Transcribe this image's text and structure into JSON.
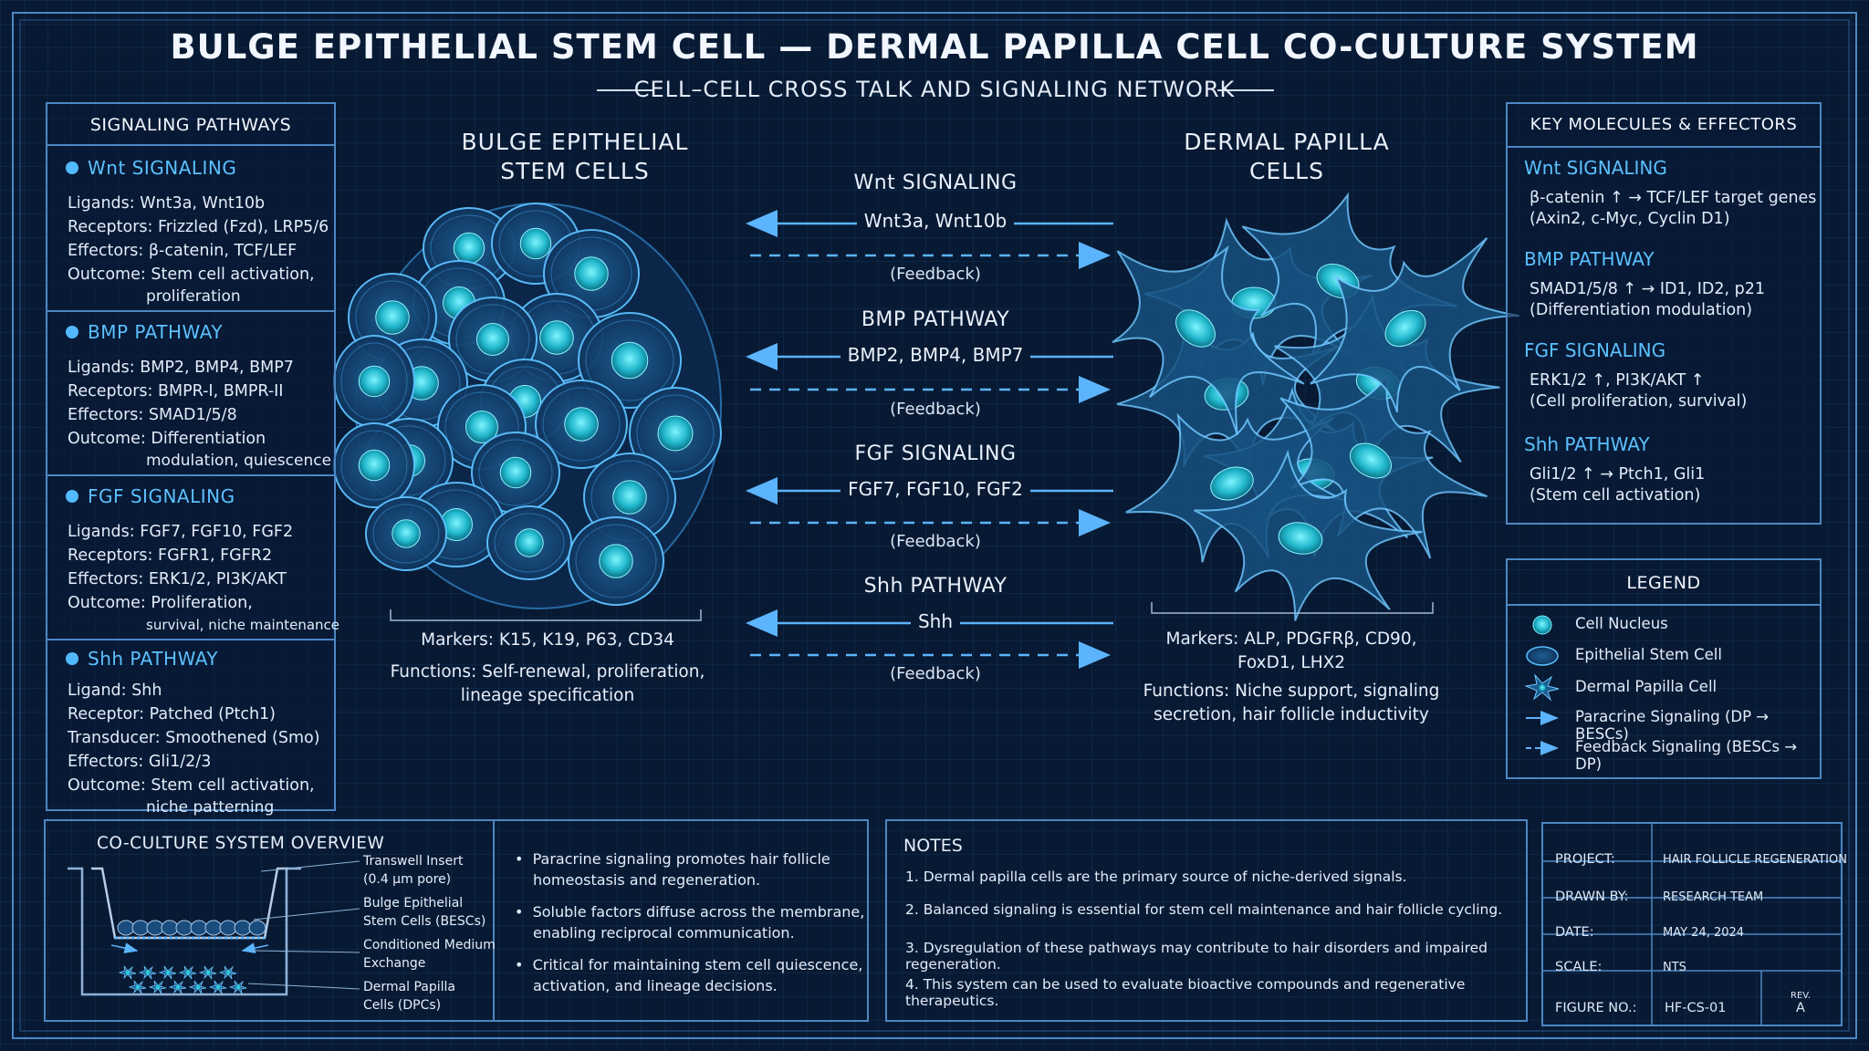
{
  "title": "BULGE EPITHELIAL STEM CELL — DERMAL PAPILLA CELL CO-CULTURE SYSTEM",
  "subtitle": "CELL–CELL CROSS TALK AND SIGNALING NETWORK",
  "left_panel": {
    "heading": "SIGNALING PATHWAYS",
    "sections": [
      {
        "name": "Wnt SIGNALING",
        "rows": [
          {
            "label": "Ligands:",
            "value": "Wnt3a, Wnt10b"
          },
          {
            "label": "Receptors:",
            "value": "Frizzled (Fzd), LRP5/6"
          },
          {
            "label": "Effectors:",
            "value": "β-catenin, TCF/LEF"
          },
          {
            "label": "Outcome:",
            "value": "Stem cell activation,"
          }
        ],
        "cont": "proliferation"
      },
      {
        "name": "BMP PATHWAY",
        "rows": [
          {
            "label": "Ligands:",
            "value": "BMP2, BMP4, BMP7"
          },
          {
            "label": "Receptors:",
            "value": "BMPR-I, BMPR-II"
          },
          {
            "label": "Effectors:",
            "value": "SMAD1/5/8"
          },
          {
            "label": "Outcome:",
            "value": "Differentiation"
          }
        ],
        "cont": "modulation, quiescence"
      },
      {
        "name": "FGF SIGNALING",
        "rows": [
          {
            "label": "Ligands:",
            "value": "FGF7, FGF10, FGF2"
          },
          {
            "label": "Receptors:",
            "value": "FGFR1, FGFR2"
          },
          {
            "label": "Effectors:",
            "value": "ERK1/2, PI3K/AKT"
          },
          {
            "label": "Outcome:",
            "value": "Proliferation,"
          }
        ],
        "cont": "survival, niche maintenance"
      },
      {
        "name": "Shh PATHWAY",
        "rows": [
          {
            "label": "Ligand:",
            "value": "Shh"
          },
          {
            "label": "Receptor:",
            "value": "Patched (Ptch1)"
          },
          {
            "label": "Transducer:",
            "value": "Smoothened (Smo)"
          },
          {
            "label": "Effectors:",
            "value": "Gli1/2/3"
          },
          {
            "label": "Outcome:",
            "value": "Stem cell activation,"
          }
        ],
        "cont": "niche patterning"
      }
    ]
  },
  "bulge": {
    "heading1": "BULGE EPITHELIAL",
    "heading2": "STEM CELLS",
    "markers_label": "Markers:",
    "markers": "K15, K19, P63, CD34",
    "functions_label": "Functions:",
    "functions1": "Self-renewal, proliferation,",
    "functions2": "lineage specification"
  },
  "dermal": {
    "heading1": "DERMAL PAPILLA",
    "heading2": "CELLS",
    "markers_label": "Markers:",
    "markers1": "ALP, PDGFRβ, CD90,",
    "markers2": "FoxD1, LHX2",
    "functions_label": "Functions:",
    "functions1": "Niche support, signaling",
    "functions2": "secretion, hair follicle inductivity"
  },
  "signals": [
    {
      "name": "Wnt SIGNALING",
      "ligands": "Wnt3a, Wnt10b",
      "feedback": "(Feedback)"
    },
    {
      "name": "BMP PATHWAY",
      "ligands": "BMP2, BMP4, BMP7",
      "feedback": "(Feedback)"
    },
    {
      "name": "FGF SIGNALING",
      "ligands": "FGF7, FGF10, FGF2",
      "feedback": "(Feedback)"
    },
    {
      "name": "Shh PATHWAY",
      "ligands": "Shh",
      "feedback": "(Feedback)"
    }
  ],
  "key_molecules": {
    "heading": "KEY MOLECULES & EFFECTORS",
    "items": [
      {
        "name": "Wnt SIGNALING",
        "line1": "β-catenin ↑ → TCF/LEF target genes",
        "line2": "(Axin2, c-Myc, Cyclin D1)"
      },
      {
        "name": "BMP PATHWAY",
        "line1": "SMAD1/5/8 ↑ → ID1, ID2, p21",
        "line2": "(Differentiation modulation)"
      },
      {
        "name": "FGF SIGNALING",
        "line1": "ERK1/2 ↑, PI3K/AKT ↑",
        "line2": "(Cell proliferation, survival)"
      },
      {
        "name": "Shh PATHWAY",
        "line1": "Gli1/2 ↑ → Ptch1, Gli1",
        "line2": "(Stem cell activation)"
      }
    ]
  },
  "legend": {
    "heading": "LEGEND",
    "items": [
      {
        "icon": "cell-nucleus-icon",
        "label": "Cell Nucleus"
      },
      {
        "icon": "epithelial-cell-icon",
        "label": "Epithelial Stem Cell"
      },
      {
        "icon": "dermal-papilla-cell-icon",
        "label": "Dermal Papilla Cell"
      },
      {
        "icon": "solid-arrow-icon",
        "label": "Paracrine Signaling (DP → BESCs)"
      },
      {
        "icon": "dashed-arrow-icon",
        "label": "Feedback Signaling (BESCs → DP)"
      }
    ]
  },
  "overview": {
    "heading": "CO-CULTURE SYSTEM OVERVIEW",
    "labels": [
      {
        "l1": "Transwell Insert",
        "l2": "(0.4 µm pore)"
      },
      {
        "l1": "Bulge Epithelial",
        "l2": "Stem Cells (BESCs)"
      },
      {
        "l1": "Conditioned Medium",
        "l2": "Exchange"
      },
      {
        "l1": "Dermal Papilla",
        "l2": "Cells (DPCs)"
      }
    ],
    "bullets": [
      {
        "l1": "Paracrine signaling promotes hair follicle",
        "l2": "homeostasis and regeneration."
      },
      {
        "l1": "Soluble factors diffuse across the membrane,",
        "l2": "enabling reciprocal communication."
      },
      {
        "l1": "Critical for maintaining stem cell quiescence,",
        "l2": "activation, and lineage decisions."
      }
    ]
  },
  "notes": {
    "heading": "NOTES",
    "items": [
      "1.  Dermal papilla cells are the primary source of niche-derived signals.",
      "2.  Balanced signaling is essential for stem cell maintenance and hair follicle cycling.",
      "3.  Dysregulation of these pathways may contribute to hair disorders and impaired regeneration.",
      "4.  This system can be used to evaluate bioactive compounds and regenerative therapeutics."
    ]
  },
  "title_block": {
    "rows": [
      {
        "k": "PROJECT:",
        "v": "HAIR FOLLICLE REGENERATION"
      },
      {
        "k": "DRAWN BY:",
        "v": "RESEARCH TEAM"
      },
      {
        "k": "DATE:",
        "v": "MAY 24, 2024"
      },
      {
        "k": "SCALE:",
        "v": "NTS"
      },
      {
        "k": "FIGURE NO.:",
        "v": "HF-CS-01"
      }
    ],
    "rev_label": "REV.",
    "rev": "A"
  },
  "colors": {
    "background": "#081a33",
    "accent": "#5cc0ff",
    "line": "#4d87c4",
    "nucleus": "#2ec8d8"
  }
}
